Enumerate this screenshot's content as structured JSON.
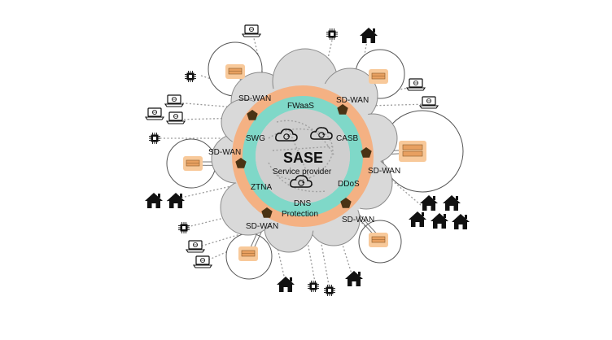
{
  "diagram": {
    "center_title": "SASE",
    "center_subtitle": "Service provider",
    "services": {
      "fwaas": "FWaaS",
      "swg": "SWG",
      "casb": "CASB",
      "ztna": "ZTNA",
      "ddos": "DDoS",
      "dns_line1": "DNS",
      "dns_line2": "Protection"
    },
    "edge_label": "SD-WAN",
    "colors": {
      "cloud": "#d9d9d9",
      "outer_ring": "#f4b183",
      "inner_ring": "#7fd8c8",
      "router": "#4a3314",
      "router_box": "#f8c99a"
    }
  }
}
